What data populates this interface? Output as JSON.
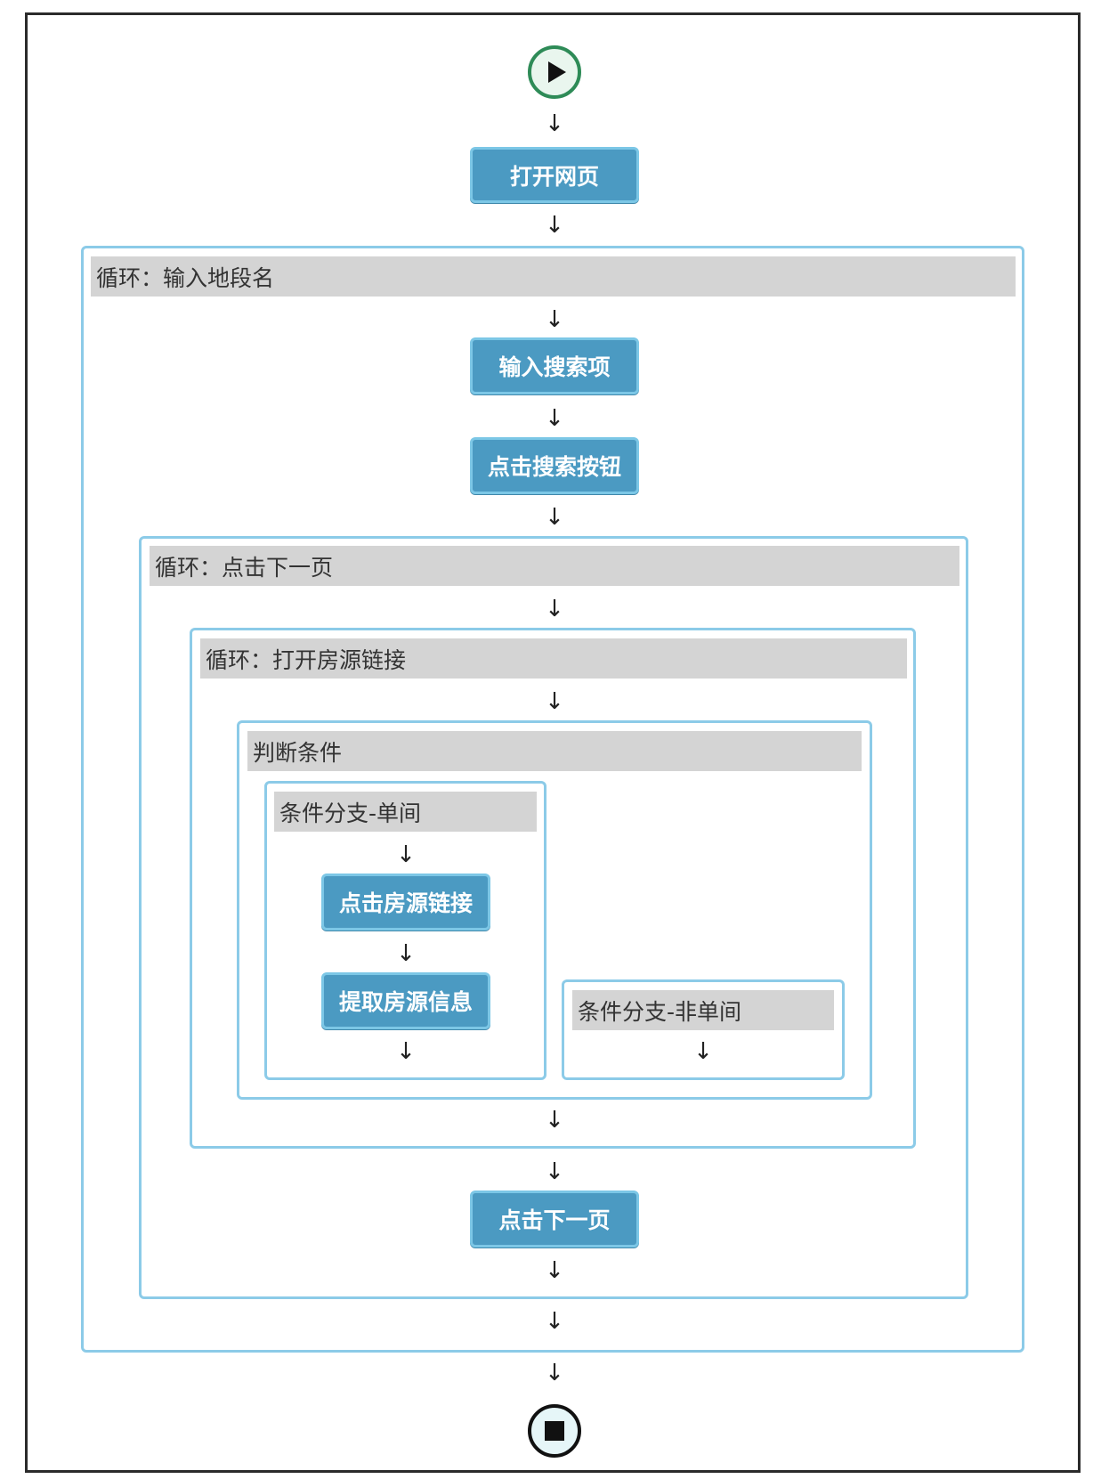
{
  "flow": {
    "open_page": "打开网页",
    "loop_area": "循环：输入地段名",
    "input_search": "输入搜索项",
    "click_search": "点击搜索按钮",
    "loop_next": "循环：点击下一页",
    "loop_listing": "循环：打开房源链接",
    "judge": "判断条件",
    "branch_single": "条件分支-单间",
    "click_listing": "点击房源链接",
    "extract_info": "提取房源信息",
    "branch_non_single": "条件分支-非单间",
    "click_next": "点击下一页"
  },
  "arrow_glyph": "↓",
  "icons": {
    "start": "play-icon",
    "end": "stop-icon"
  },
  "colors": {
    "node_fill": "#4b9ac2",
    "node_border": "#7cc7e6",
    "container_border": "#8ccbe8",
    "header_fill": "#d4d4d4",
    "start_border": "#2e8b57"
  }
}
